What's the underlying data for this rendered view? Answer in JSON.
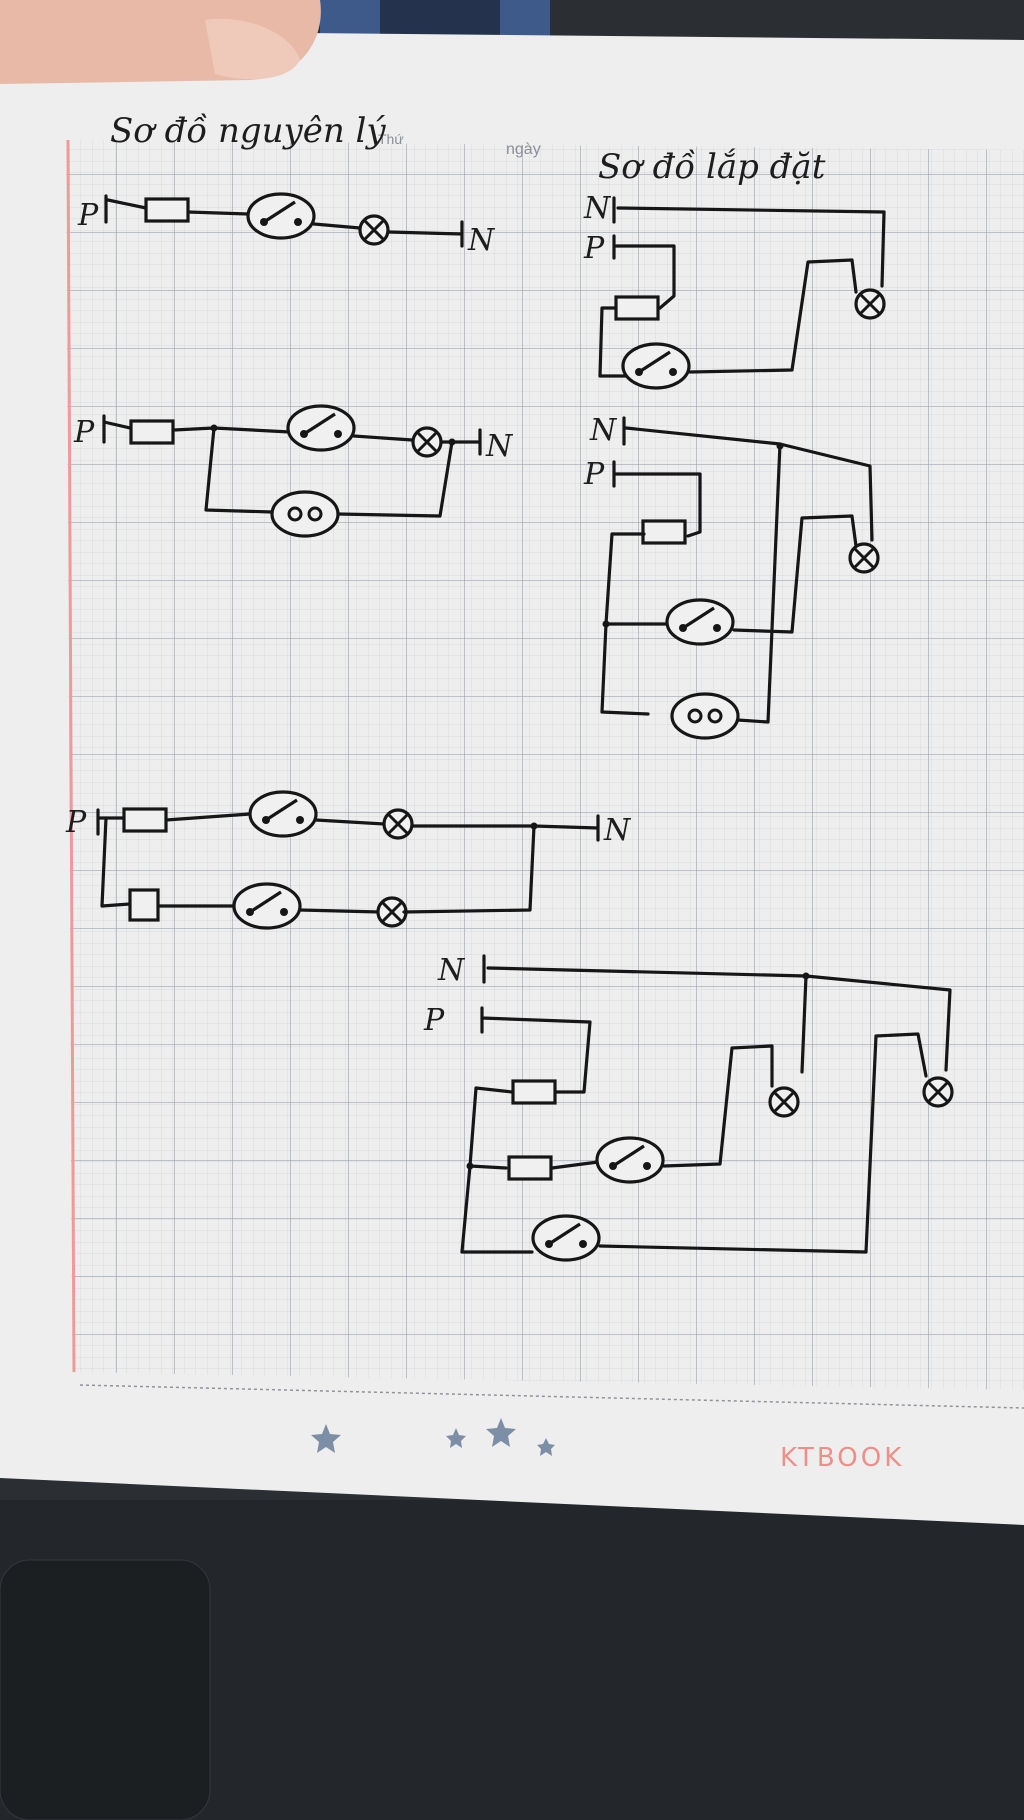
{
  "page": {
    "header_left": "Sơ đồ nguyên lý",
    "header_right": "Sơ đồ lắp đặt",
    "printed_thu": "Thứ",
    "printed_ngay": "ngày",
    "brand": "KTBOOK"
  },
  "labels": {
    "phase": "P",
    "neutral": "N"
  },
  "colors": {
    "paper": "#efefef",
    "grid": "#b9bfc8",
    "ink": "#161616",
    "margin_line": "#ef9a9a",
    "brand": "#ef8f8a",
    "desk": "#2a2d31"
  }
}
